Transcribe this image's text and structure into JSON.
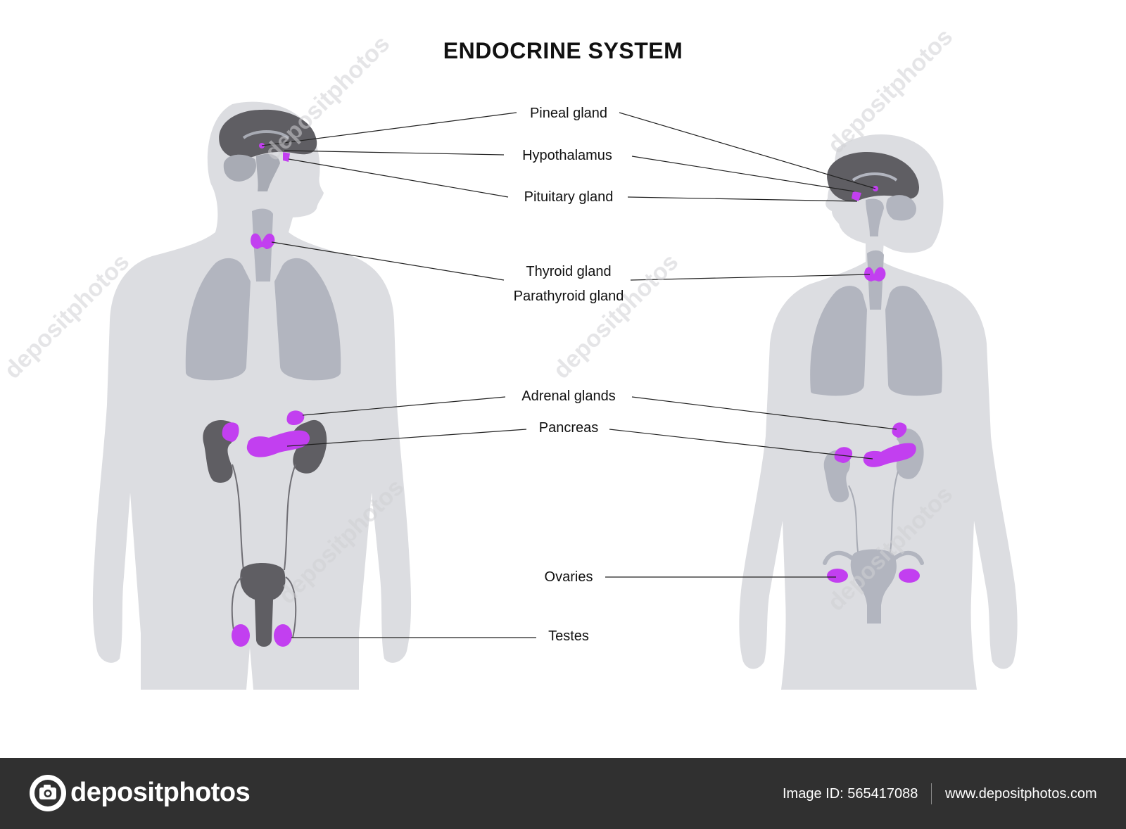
{
  "title": "ENDOCRINE SYSTEM",
  "labels": {
    "pineal": "Pineal gland",
    "hypothalamus": "Hypothalamus",
    "pituitary": "Pituitary gland",
    "thyroid": "Thyroid gland",
    "parathyroid": "Parathyroid gland",
    "adrenal": "Adrenal glands",
    "pancreas": "Pancreas",
    "ovaries": "Ovaries",
    "testes": "Testes"
  },
  "watermark": "depositphotos",
  "footer": {
    "brand": "depositphotos",
    "image_id": "Image ID: 565417088",
    "url": "www.depositphotos.com"
  },
  "colors": {
    "gland": "#c23ff0",
    "body": "#dcdde1",
    "organ_light": "#b2b5bf",
    "organ_dark": "#5f5e63",
    "footer_bg": "#303030"
  }
}
